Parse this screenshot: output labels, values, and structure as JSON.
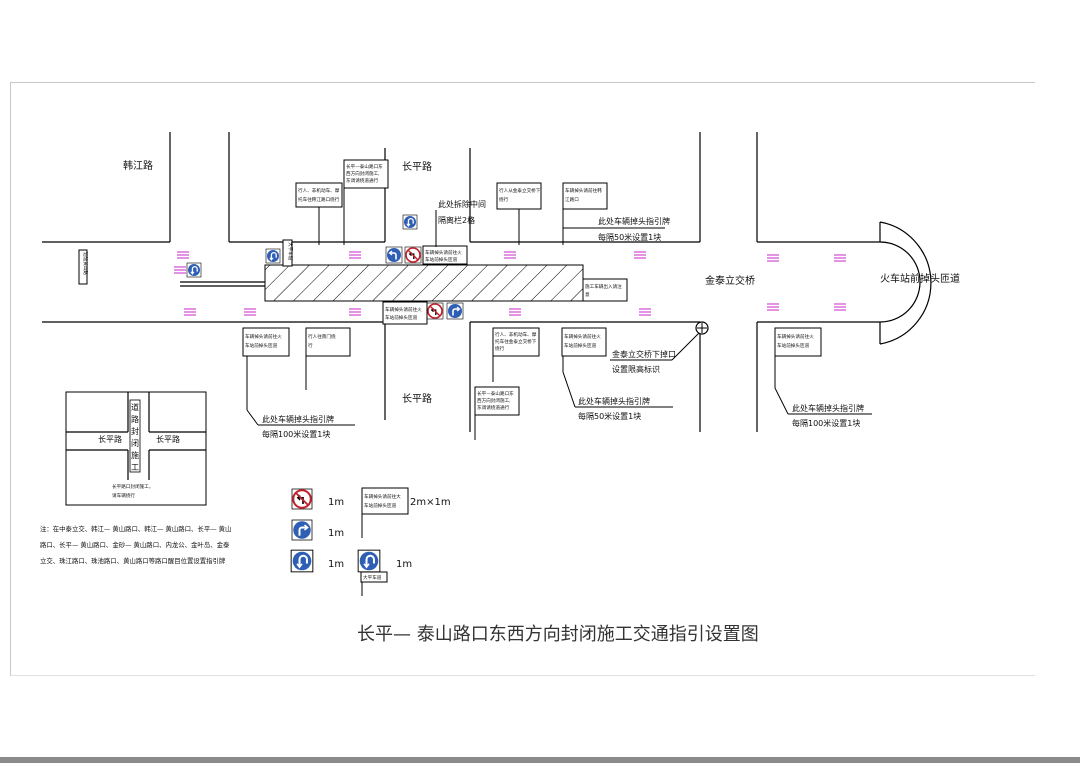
{
  "title": "长平— 泰山路口东西方向封闭施工交通指引设置图",
  "roads": {
    "top_left": "韩江路",
    "changping_north": "长平路",
    "changping_south": "长平路",
    "left_vertical": "汕汕黄山路",
    "bridge": "金泰立交桥",
    "turnaround": "火车站前掉头匝道"
  },
  "notes": {
    "barrier": [
      "此处拆除中间",
      "隔离栏2格"
    ],
    "guide_center": [
      "此处车辆掉头指引牌",
      "每隔50米设置1块"
    ],
    "guide_left": [
      "此处车辆掉头指引牌",
      "每隔100米设置1块"
    ],
    "guide_south": [
      "此处车辆掉头指引牌",
      "每隔50米设置1块"
    ],
    "guide_right": [
      "此处车辆掉头指引牌",
      "每隔100米设置1块"
    ],
    "bridge_sign": [
      "金泰立交桥下掉口",
      "设置限高标识"
    ]
  },
  "boards": {
    "nw1": [
      "长平—泰山路口东",
      "西方向封闭施工,",
      "东调请绕道通行"
    ],
    "nw2": [
      "行人、非机动车、摩",
      "托车往韩江路口绕行"
    ],
    "ne1": [
      "行人从金泰立交桥下",
      "绕行"
    ],
    "ne2": [
      "车辆掉头请前往韩",
      "江路口"
    ],
    "north_sign": [
      "车辆掉头请前往火",
      "车站前掉头匝道"
    ],
    "site": [
      "施工车辆出入请注",
      "意"
    ],
    "south_sign": [
      "车辆掉头请前往火",
      "车站前掉头匝道"
    ],
    "s1": [
      "车辆掉头请前往火",
      "车站前掉头匝道"
    ],
    "s2": [
      "行人往南门绕",
      "行"
    ],
    "s3": [
      "行人、非机动车、摩",
      "托车往金泰立交桥下",
      "绕行"
    ],
    "s4": [
      "车辆掉头请前往火",
      "车站前掉头匝道"
    ],
    "s5": [
      "长平—泰山路口东",
      "西方向封闭施工,",
      "东调请绕道通行"
    ],
    "e1": [
      "车辆掉头请前往火",
      "车站前掉头匝道"
    ],
    "left_post": "大平车道",
    "legend_post": "大平车道"
  },
  "inset": {
    "road_v": [
      "道",
      "路",
      "封",
      "闭",
      "施",
      "工"
    ],
    "left": "长平路",
    "right": "长平路",
    "caption": [
      "长平路口封闭施工，",
      "请车辆绕行"
    ]
  },
  "legend": {
    "no_left_size": "1m",
    "right_turn_size": "1m",
    "uturn_size": "1m",
    "uturn2_size": "1m",
    "board_size": "2m×1m",
    "board_text": [
      "车辆掉头请前往大",
      "车站前掉头匝道"
    ]
  },
  "footnote": [
    "注：在中泰立交、韩江— 黄山路口、韩江— 黄山路口、长平— 黄山",
    "路口、长平— 黄山路口、金砂— 黄山路口、内龙公、金叶岛、金泰",
    "立交、珠江路口、珠池路口、黄山路口等路口醒目位置设置指引牌"
  ],
  "colors": {
    "sign_blue": "#2f5fb5",
    "sign_red": "#c0202a",
    "lane_marking": "#d24bd2",
    "hatch": "#000000"
  }
}
